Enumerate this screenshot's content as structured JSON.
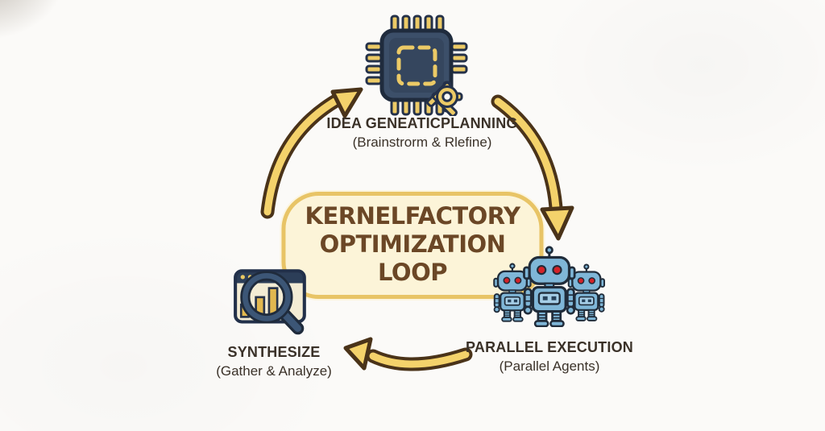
{
  "diagram": {
    "center_title": {
      "lines": [
        "KERNELFACTORY",
        "OPTIMIZATION",
        "LOOP"
      ],
      "text_color": "#6b4726",
      "bubble_fill": "#fcf4d8",
      "bubble_border": "#e8c466"
    },
    "nodes": {
      "idea": {
        "label": "IDEA GENEATICPLANNING",
        "sublabel": "(Brainstrorm & Rlefine)",
        "icon": "chip-gear-icon"
      },
      "execution": {
        "label": "PARALLEL EXECUTION",
        "sublabel": "(Parallel Agents)",
        "icon": "robot-team-icon"
      },
      "synthesize": {
        "label": "SYNTHESIZE",
        "sublabel": "(Gather & Analyze)",
        "icon": "chart-magnifier-icon"
      }
    },
    "arrows": [
      {
        "name": "synthesize-to-idea",
        "direction": "up-right"
      },
      {
        "name": "idea-to-execution",
        "direction": "down"
      },
      {
        "name": "execution-to-synthesize",
        "direction": "left"
      }
    ],
    "colors": {
      "arrow_fill": "#f4d26b",
      "arrow_outline": "#4a3319",
      "chip_navy": "#3c4f69",
      "gold": "#ecca66",
      "robot_blue": "#7fb6d7",
      "eye_red": "#d42328",
      "label_text": "#3a3128",
      "background": "#fbfaf8"
    }
  }
}
